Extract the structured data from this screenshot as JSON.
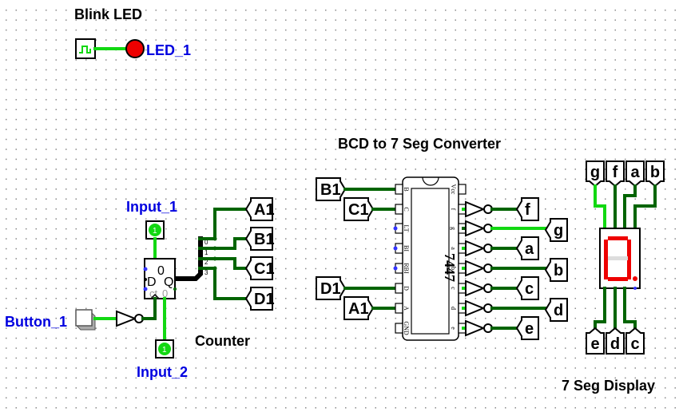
{
  "circuit": {
    "sections": {
      "blink_led": "Blink LED",
      "counter": "Counter",
      "bcd_converter": "BCD to 7 Seg Converter",
      "seven_seg_display": "7 Seg Display"
    },
    "labels": {
      "led": "LED_1",
      "input_1": "Input_1",
      "input_2": "Input_2",
      "button": "Button_1"
    },
    "pins": {
      "input_1_value": "1",
      "input_2_value": "1"
    },
    "flipflop": {
      "value": "0",
      "d_label": "D",
      "q_label": "Q",
      "ct_label": "ct",
      "ct_value": "0"
    },
    "splitter_bits": [
      "0",
      "1",
      "2",
      "3"
    ],
    "counter_tunnels": [
      "A1",
      "B1",
      "C1",
      "D1"
    ],
    "chip": {
      "name": "7447",
      "left_pins": [
        "B",
        "C",
        "LT",
        "BI",
        "RBI",
        "D",
        "A",
        "GND"
      ],
      "right_pins": [
        "Vcc",
        "f",
        "g",
        "a",
        "b",
        "c",
        "d",
        "e"
      ]
    },
    "converter_inputs": [
      "B1",
      "C1",
      "D1",
      "A1"
    ],
    "converter_outputs": [
      "f",
      "g",
      "a",
      "b",
      "c",
      "d",
      "e"
    ],
    "display_top_tunnels": [
      "g",
      "f",
      "a",
      "b"
    ],
    "display_bottom_tunnels": [
      "e",
      "d",
      "c"
    ],
    "colors": {
      "wire_on": "#12d812",
      "wire_off": "#006400",
      "led_on": "#ee0000",
      "label_blue": "#0000e0",
      "segment_on": "#ee0000",
      "segment_off": "#dddddd"
    }
  }
}
